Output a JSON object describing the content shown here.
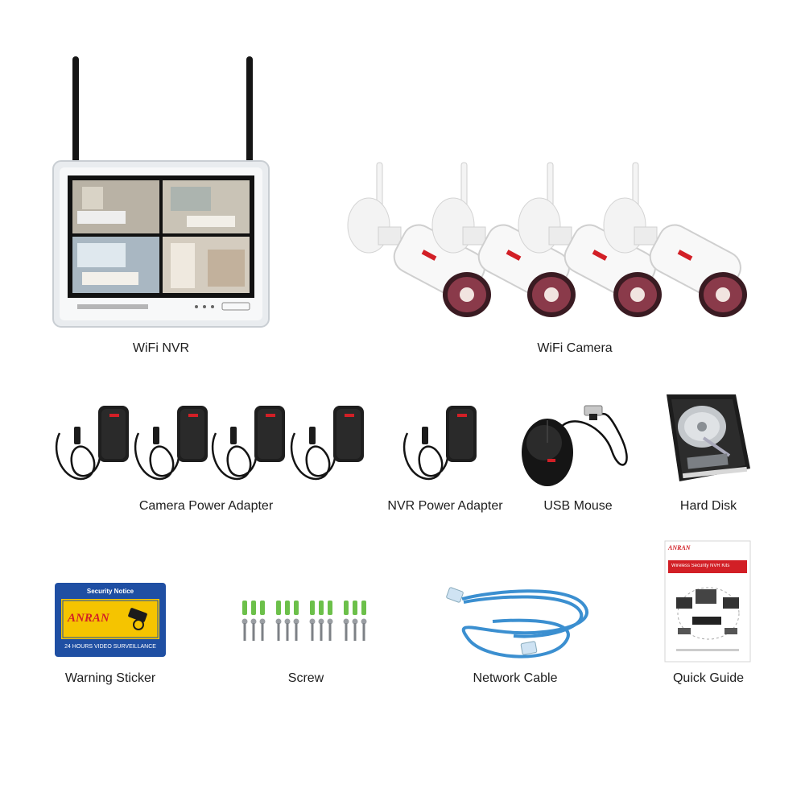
{
  "labels": {
    "nvr": "WiFi NVR",
    "camera": "WiFi Camera",
    "camera_power": "Camera Power Adapter",
    "nvr_power": "NVR Power Adapter",
    "mouse": "USB Mouse",
    "disk": "Hard Disk",
    "sticker": "Warning Sticker",
    "screw": "Screw",
    "cable": "Network Cable",
    "guide": "Quick Guide"
  },
  "brand": "ANRAN",
  "sticker": {
    "notice": "Security Notice",
    "bottom": "24 HOURS VIDEO SURVEILLANCE"
  },
  "guide": {
    "title": "Wireless Security NVR Kits"
  },
  "colors": {
    "sticker_blue": "#1f4fa3",
    "sticker_yellow": "#f5c400",
    "brand_red": "#d21f26",
    "cable_blue": "#3b8fd0",
    "anchor_green": "#6cc04a"
  }
}
